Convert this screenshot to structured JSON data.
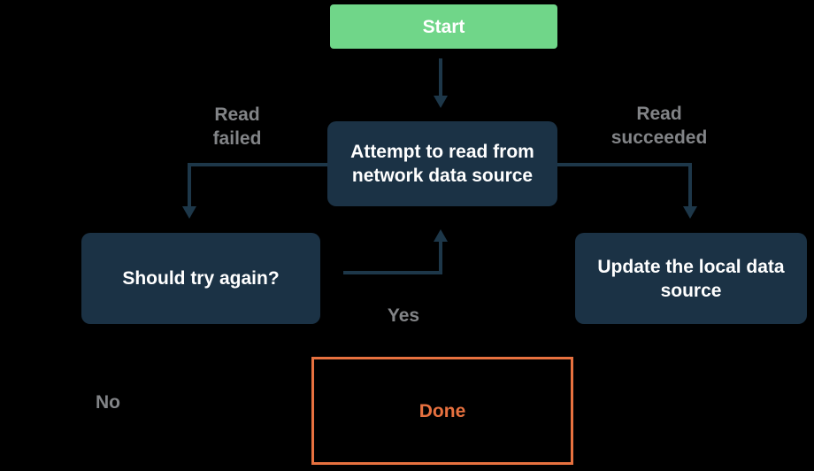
{
  "colors": {
    "background": "#000000",
    "node-green": "#70d689",
    "node-navy": "#1b3245",
    "arrow": "#1d3749",
    "label-gray": "#828487",
    "accent-orange": "#e7713f",
    "node-text": "#ffffff"
  },
  "nodes": {
    "start": {
      "label": "Start"
    },
    "attempt": {
      "line1": "Attempt to read from",
      "line2": "network data source"
    },
    "retry": {
      "label": "Should try again?"
    },
    "update": {
      "line1": "Update the local data",
      "line2": "source"
    },
    "done": {
      "label": "Done"
    }
  },
  "edge_labels": {
    "read_failed": {
      "line1": "Read",
      "line2": "failed"
    },
    "read_succeeded": {
      "line1": "Read",
      "line2": "succeeded"
    },
    "yes": "Yes",
    "no": "No"
  }
}
